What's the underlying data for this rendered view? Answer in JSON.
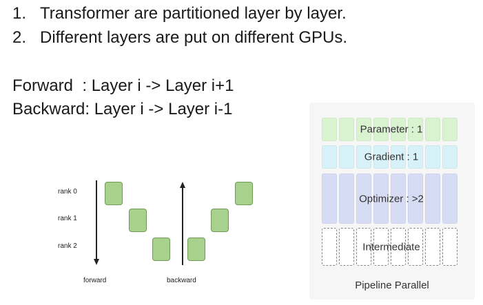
{
  "text": {
    "point1_num": "1.",
    "point1": "Transformer are partitioned layer by layer.",
    "point2_num": "2.",
    "point2": "Different layers are put on different GPUs.",
    "forward_line": "Forward  : Layer i -> Layer i+1",
    "backward_line": "Backward: Layer i -> Layer i-1"
  },
  "diagram": {
    "ranks": [
      "rank 0",
      "rank 1",
      "rank 2"
    ],
    "forward_label": "forward",
    "backward_label": "backward",
    "box_color": "#a9d18e"
  },
  "memory_panel": {
    "title": "Pipeline Parallel",
    "rows": [
      {
        "label": "Parameter : 1",
        "color": "#d9f2d0"
      },
      {
        "label": "Gradient : 1",
        "color": "#d6f1f7"
      },
      {
        "label": "Optimizer : >2",
        "color": "#d7dcf5"
      },
      {
        "label": "Intermediate",
        "color": "#ffffff"
      }
    ]
  }
}
